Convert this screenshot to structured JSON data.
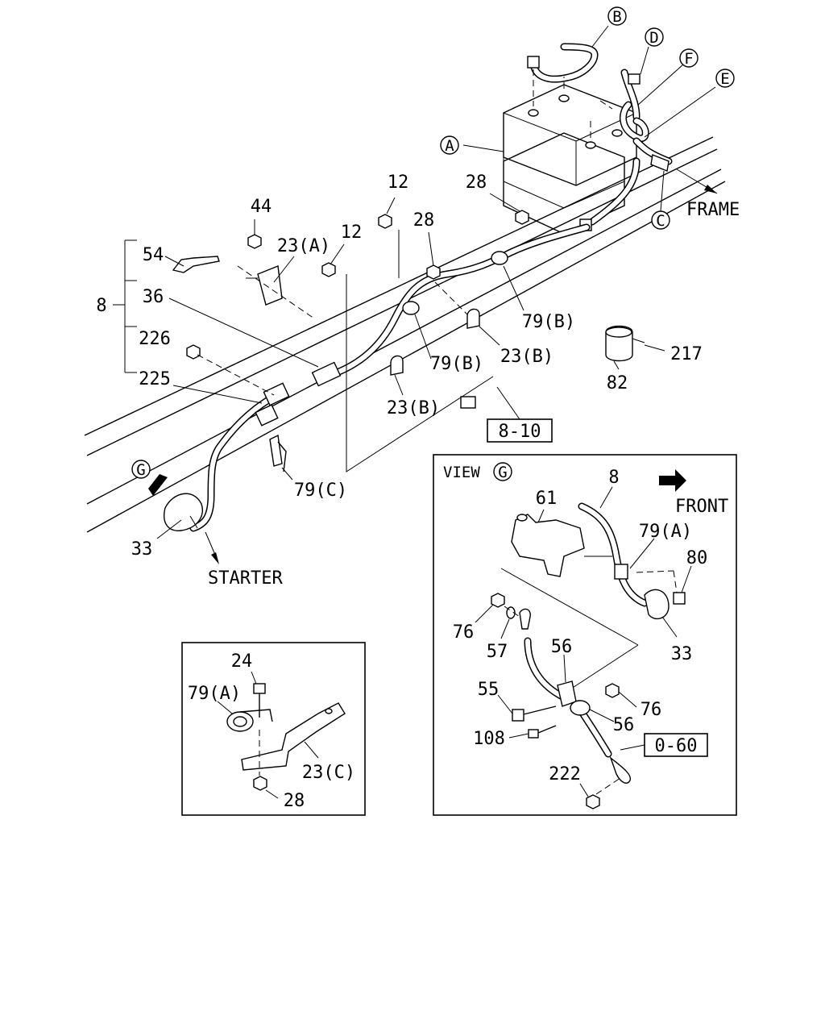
{
  "callouts": {
    "A": "A",
    "B": "B",
    "C": "C",
    "D": "D",
    "E": "E",
    "F": "F",
    "G": "G"
  },
  "text": {
    "frame": "FRAME",
    "starter": "STARTER",
    "front": "FRONT",
    "view": "VIEW",
    "view_letter": "G"
  },
  "refs": {
    "ref_8_10": "8-10",
    "ref_0_60": "0-60"
  },
  "main_labels": {
    "p12a": "12",
    "p12b": "12",
    "p28a": "28",
    "p28b": "28",
    "p44": "44",
    "p54": "54",
    "p8": "8",
    "p36": "36",
    "p226": "226",
    "p225": "225",
    "p23a": "23(A)",
    "p23b1": "23(B)",
    "p23b2": "23(B)",
    "p79b1": "79(B)",
    "p79b2": "79(B)",
    "p79c": "79(C)",
    "p33": "33",
    "p82": "82",
    "p217": "217"
  },
  "inset_labels": {
    "p24": "24",
    "p79a": "79(A)",
    "p23c": "23(C)",
    "p28": "28"
  },
  "view_labels": {
    "p61": "61",
    "p8": "8",
    "p79a": "79(A)",
    "p80": "80",
    "p76a": "76",
    "p57": "57",
    "p56a": "56",
    "p33": "33",
    "p55": "55",
    "p76b": "76",
    "p108": "108",
    "p56b": "56",
    "p222": "222"
  }
}
